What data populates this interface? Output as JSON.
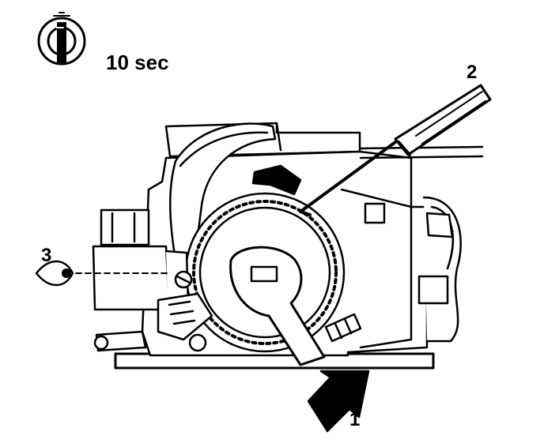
{
  "timer": {
    "label": "10 sec",
    "icon": "ignition-key-icon"
  },
  "callouts": [
    {
      "number": "1",
      "meaning": "push-arrow"
    },
    {
      "number": "2",
      "meaning": "screwdriver"
    },
    {
      "number": "3",
      "meaning": "eye-view"
    }
  ],
  "colors": {
    "ink": "#000000",
    "paper": "#ffffff"
  }
}
